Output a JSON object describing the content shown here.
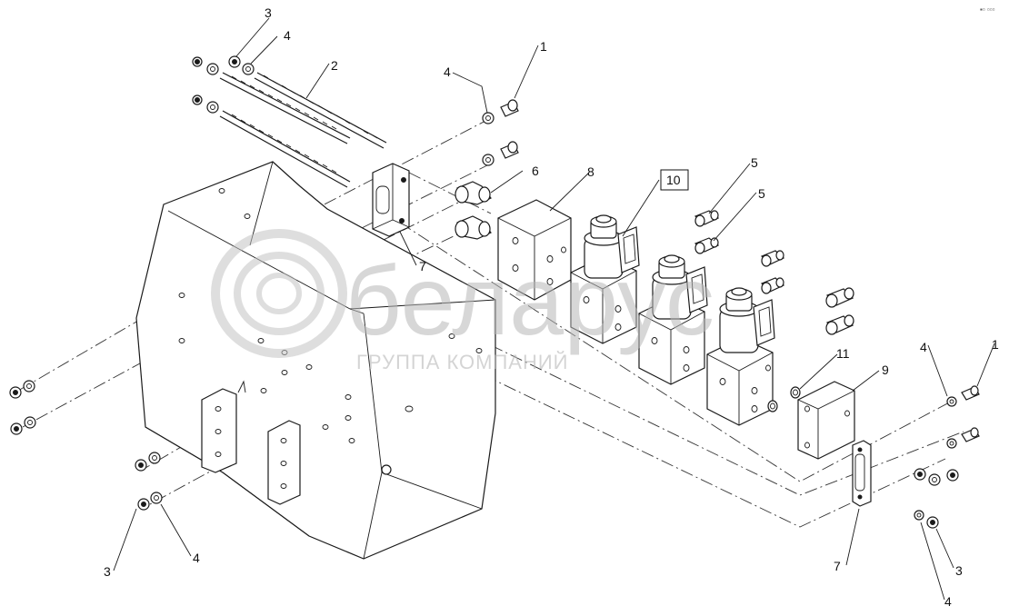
{
  "watermark": {
    "brand": "беларус",
    "subtitle": "ГРУППА КОМПАНИЙ"
  },
  "corner_mark": "▪▫ ▫▫▫",
  "callouts": [
    {
      "id": "c-1-top",
      "text": "1"
    },
    {
      "id": "c-2",
      "text": "2"
    },
    {
      "id": "c-3-top",
      "text": "3"
    },
    {
      "id": "c-4-top",
      "text": "4"
    },
    {
      "id": "c-4-mid",
      "text": "4"
    },
    {
      "id": "c-5-a",
      "text": "5"
    },
    {
      "id": "c-5-b",
      "text": "5"
    },
    {
      "id": "c-6",
      "text": "6"
    },
    {
      "id": "c-7-top",
      "text": "7"
    },
    {
      "id": "c-8",
      "text": "8"
    },
    {
      "id": "c-10",
      "text": "10"
    },
    {
      "id": "c-11",
      "text": "11"
    },
    {
      "id": "c-9",
      "text": "9"
    },
    {
      "id": "c-4-right",
      "text": "4"
    },
    {
      "id": "c-1-right",
      "text": "1"
    },
    {
      "id": "c-7-bottom",
      "text": "7"
    },
    {
      "id": "c-3-right",
      "text": "3"
    },
    {
      "id": "c-4-bottom-right",
      "text": "4"
    },
    {
      "id": "c-3-left",
      "text": "3"
    },
    {
      "id": "c-4-left",
      "text": "4"
    }
  ]
}
